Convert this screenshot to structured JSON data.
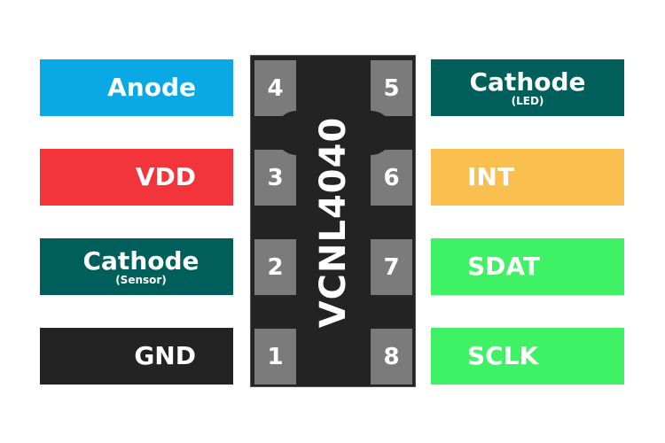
{
  "chip": {
    "name": "VCNL4040"
  },
  "pins": [
    {
      "number": "1",
      "label": "GND",
      "sub": "",
      "color": "#232323"
    },
    {
      "number": "2",
      "label": "Cathode",
      "sub": "(Sensor)",
      "color": "#005F5A"
    },
    {
      "number": "3",
      "label": "VDD",
      "sub": "",
      "color": "#F2353A"
    },
    {
      "number": "4",
      "label": "Anode",
      "sub": "",
      "color": "#0AA9E6"
    },
    {
      "number": "5",
      "label": "Cathode",
      "sub": "(LED)",
      "color": "#005F5A"
    },
    {
      "number": "6",
      "label": "INT",
      "sub": "",
      "color": "#FBBF4F"
    },
    {
      "number": "7",
      "label": "SDAT",
      "sub": "",
      "color": "#3FF165"
    },
    {
      "number": "8",
      "label": "SCLK",
      "sub": "",
      "color": "#3FF165"
    }
  ]
}
